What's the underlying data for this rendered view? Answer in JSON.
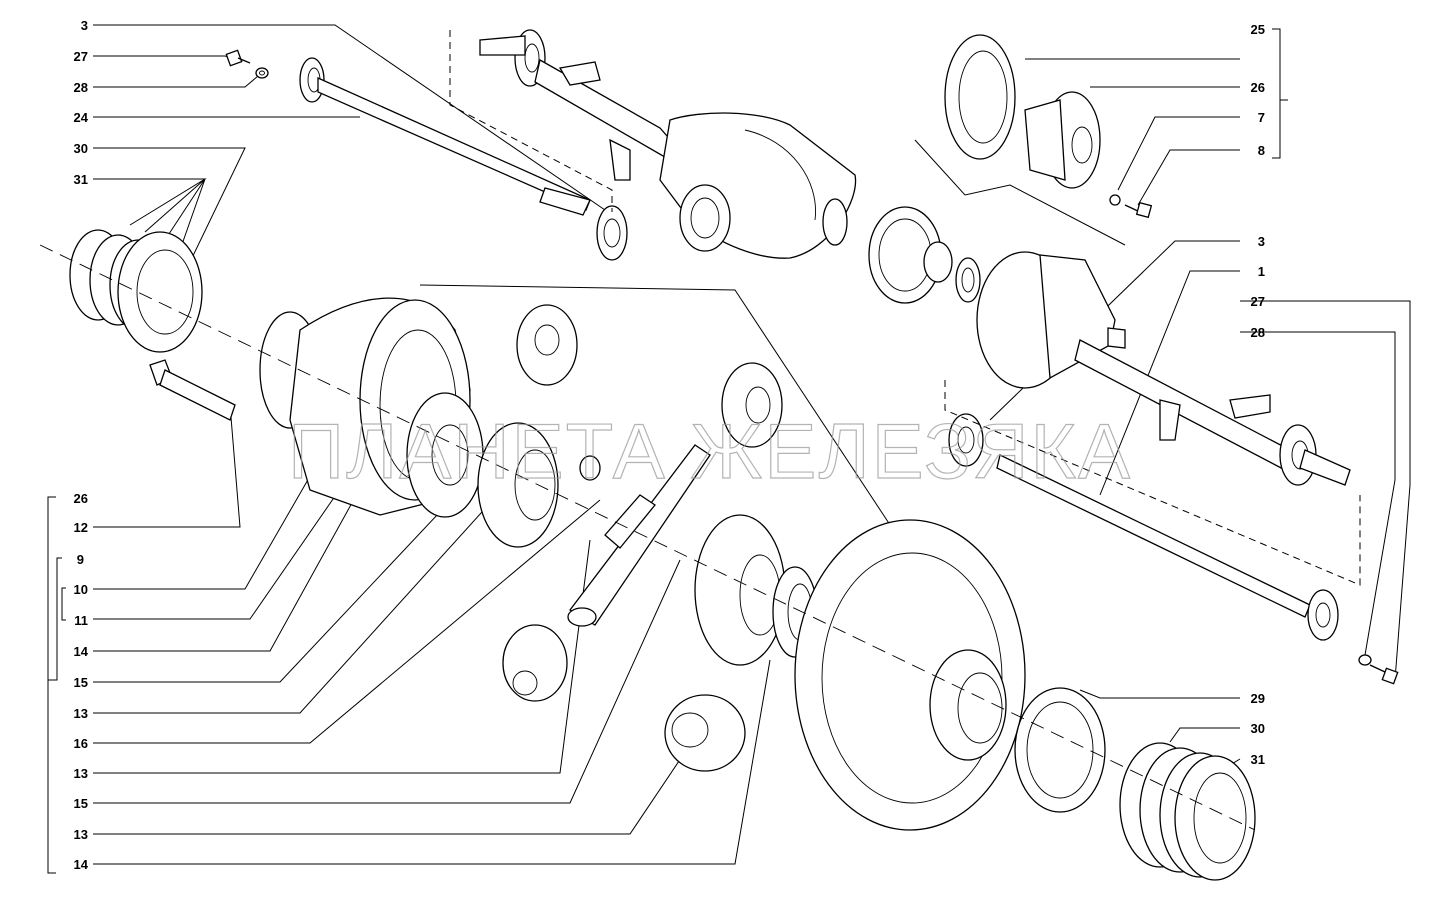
{
  "watermark": "ПЛАНЕТА ЖЕЛЕЗЯКА",
  "callouts": {
    "left": [
      "3",
      "27",
      "28",
      "24",
      "30",
      "31",
      "26",
      "12",
      "9",
      "10",
      "11",
      "14",
      "15",
      "13",
      "16",
      "13",
      "15",
      "13",
      "14"
    ],
    "right": [
      "25",
      "26",
      "7",
      "8",
      "3",
      "1",
      "27",
      "28",
      "29",
      "30",
      "31"
    ]
  }
}
